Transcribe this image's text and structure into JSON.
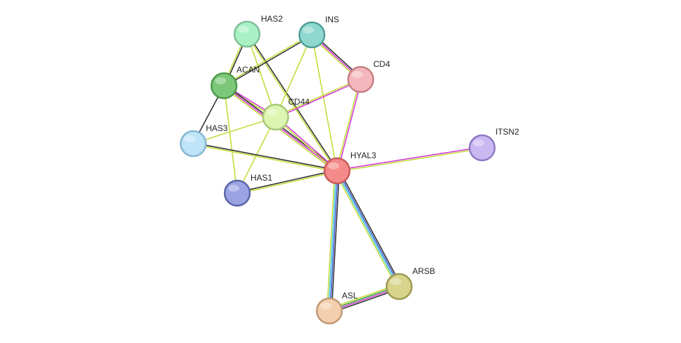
{
  "nodes": [
    {
      "id": "HAS2",
      "label": "HAS2",
      "color": "#a9f0c4",
      "stroke": "#7ebe9a"
    },
    {
      "id": "INS",
      "label": "INS",
      "color": "#8fd8d0",
      "stroke": "#4f9e96"
    },
    {
      "id": "CD4",
      "label": "CD4",
      "color": "#f4b8bc",
      "stroke": "#c47e84"
    },
    {
      "id": "ACAN",
      "label": "ACAN",
      "color": "#7cc878",
      "stroke": "#4e9a4c"
    },
    {
      "id": "CD44",
      "label": "CD44",
      "color": "#dcf5b0",
      "stroke": "#a8c878"
    },
    {
      "id": "HAS3",
      "label": "HAS3",
      "color": "#bfe3f7",
      "stroke": "#86b6d2"
    },
    {
      "id": "HYAL3",
      "label": "HYAL3",
      "color": "#f58a8a",
      "stroke": "#c85a5a"
    },
    {
      "id": "HAS1",
      "label": "HAS1",
      "color": "#9aa4e2",
      "stroke": "#5a64a8"
    },
    {
      "id": "ITSN2",
      "label": "ITSN2",
      "color": "#c9b8f2",
      "stroke": "#8e78c2"
    },
    {
      "id": "ARSB",
      "label": "ARSB",
      "color": "#d8d48c",
      "stroke": "#9e9a52"
    },
    {
      "id": "ASL",
      "label": "ASL",
      "color": "#f4cfae",
      "stroke": "#bf9876"
    }
  ],
  "edge_colors": {
    "black": "#333333",
    "yellow": "#c4dc3c",
    "magenta": "#d43cd4",
    "cyan": "#3cc4e0",
    "green": "#3ca03c",
    "blue": "#3c5cd4"
  },
  "edges": [
    {
      "a": "HAS2",
      "b": "ACAN",
      "types": [
        "black",
        "yellow"
      ]
    },
    {
      "a": "HAS2",
      "b": "CD44",
      "types": [
        "yellow"
      ]
    },
    {
      "a": "HAS2",
      "b": "HYAL3",
      "types": [
        "black",
        "yellow"
      ]
    },
    {
      "a": "INS",
      "b": "ACAN",
      "types": [
        "black",
        "yellow"
      ]
    },
    {
      "a": "INS",
      "b": "CD4",
      "types": [
        "black",
        "magenta",
        "yellow"
      ]
    },
    {
      "a": "INS",
      "b": "CD44",
      "types": [
        "yellow"
      ]
    },
    {
      "a": "INS",
      "b": "HYAL3",
      "types": [
        "yellow"
      ]
    },
    {
      "a": "CD4",
      "b": "CD44",
      "types": [
        "magenta",
        "yellow"
      ]
    },
    {
      "a": "CD4",
      "b": "HYAL3",
      "types": [
        "magenta",
        "yellow"
      ]
    },
    {
      "a": "ACAN",
      "b": "CD44",
      "types": [
        "magenta",
        "yellow"
      ]
    },
    {
      "a": "ACAN",
      "b": "HYAL3",
      "types": [
        "black",
        "magenta",
        "yellow"
      ]
    },
    {
      "a": "ACAN",
      "b": "HAS3",
      "types": [
        "black"
      ]
    },
    {
      "a": "ACAN",
      "b": "HAS1",
      "types": [
        "yellow"
      ]
    },
    {
      "a": "CD44",
      "b": "HYAL3",
      "types": [
        "magenta",
        "yellow"
      ]
    },
    {
      "a": "CD44",
      "b": "HAS3",
      "types": [
        "yellow"
      ]
    },
    {
      "a": "CD44",
      "b": "HAS1",
      "types": [
        "yellow"
      ]
    },
    {
      "a": "HAS3",
      "b": "HYAL3",
      "types": [
        "black",
        "yellow"
      ]
    },
    {
      "a": "HAS1",
      "b": "HYAL3",
      "types": [
        "black",
        "yellow"
      ]
    },
    {
      "a": "HYAL3",
      "b": "ITSN2",
      "types": [
        "magenta",
        "yellow"
      ]
    },
    {
      "a": "HYAL3",
      "b": "ARSB",
      "types": [
        "black",
        "blue",
        "cyan",
        "yellow"
      ]
    },
    {
      "a": "HYAL3",
      "b": "ASL",
      "types": [
        "black",
        "blue",
        "cyan",
        "yellow"
      ]
    },
    {
      "a": "ARSB",
      "b": "ASL",
      "types": [
        "black",
        "magenta",
        "green",
        "yellow"
      ]
    }
  ]
}
